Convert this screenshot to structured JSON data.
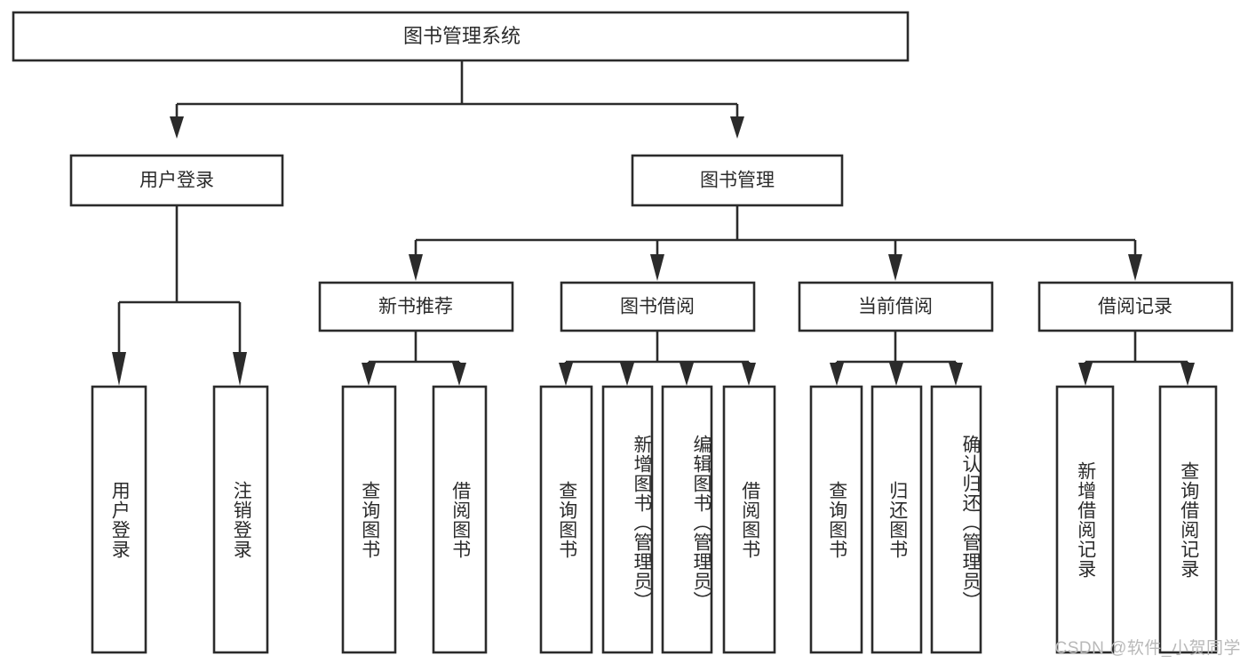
{
  "diagram": {
    "type": "tree-hierarchy-chart",
    "title_node": {
      "label": "图书管理系统",
      "id": "root"
    },
    "level2": [
      {
        "id": "user-login",
        "label": "用户登录"
      },
      {
        "id": "book-manage",
        "label": "图书管理"
      }
    ],
    "level3": [
      {
        "id": "new-book-rec",
        "label": "新书推荐",
        "parent": "book-manage"
      },
      {
        "id": "book-borrow",
        "label": "图书借阅",
        "parent": "book-manage"
      },
      {
        "id": "current-borrow",
        "label": "当前借阅",
        "parent": "book-manage"
      },
      {
        "id": "borrow-record",
        "label": "借阅记录",
        "parent": "book-manage"
      }
    ],
    "leaves": [
      {
        "id": "leaf-user-login",
        "label": "用户登录",
        "parent": "user-login"
      },
      {
        "id": "leaf-user-logout",
        "label": "注销登录",
        "parent": "user-login"
      },
      {
        "id": "leaf-query-book-1",
        "label": "查询图书",
        "parent": "new-book-rec"
      },
      {
        "id": "leaf-borrow-book-1",
        "label": "借阅图书",
        "parent": "new-book-rec"
      },
      {
        "id": "leaf-query-book-2",
        "label": "查询图书",
        "parent": "book-borrow"
      },
      {
        "id": "leaf-add-book",
        "label": "新增图书（管理员）",
        "parent": "book-borrow"
      },
      {
        "id": "leaf-edit-book",
        "label": "编辑图书（管理员）",
        "parent": "book-borrow"
      },
      {
        "id": "leaf-borrow-book-2",
        "label": "借阅图书",
        "parent": "book-borrow"
      },
      {
        "id": "leaf-query-book-3",
        "label": "查询图书",
        "parent": "current-borrow"
      },
      {
        "id": "leaf-return-book",
        "label": "归还图书",
        "parent": "current-borrow"
      },
      {
        "id": "leaf-confirm-return",
        "label": "确认归还（管理员）",
        "parent": "current-borrow"
      },
      {
        "id": "leaf-add-record",
        "label": "新增借阅记录",
        "parent": "borrow-record"
      },
      {
        "id": "leaf-query-record",
        "label": "查询借阅记录",
        "parent": "borrow-record"
      }
    ],
    "watermark": "CSDN @软件_小贺同学",
    "colors": {
      "stroke": "#2b2b2b",
      "box_fill": "#ffffff",
      "text": "#2b2b2b",
      "background": "#ffffff",
      "watermark": "#b9b9b9"
    }
  }
}
